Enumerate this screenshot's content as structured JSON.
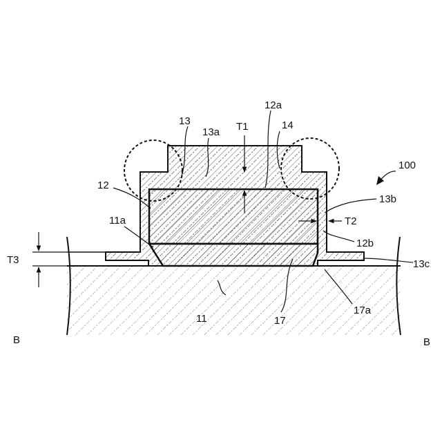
{
  "figure": {
    "reference_numeral": "100",
    "section_marks": [
      "B",
      "B"
    ],
    "labels": {
      "l13": "13",
      "l13a": "13a",
      "lT1": "T1",
      "l14": "14",
      "l12a": "12a",
      "l12": "12",
      "l11a": "11a",
      "l13b": "13b",
      "lT2": "T2",
      "l12b": "12b",
      "lT3": "T3",
      "l13c": "13c",
      "l11": "11",
      "l17": "17",
      "l17a": "17a"
    }
  },
  "colors": {
    "line": "#111111",
    "background": "#ffffff"
  }
}
